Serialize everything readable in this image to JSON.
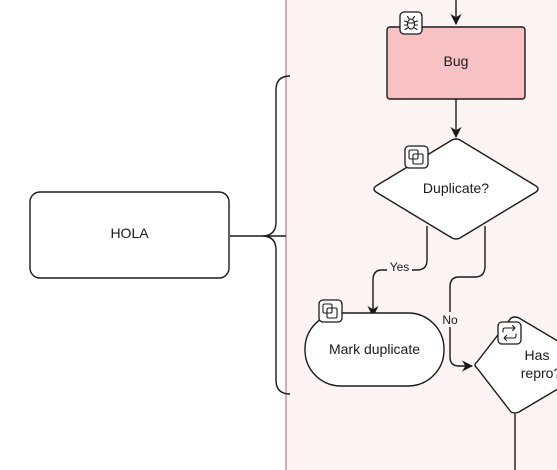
{
  "colors": {
    "background": "#ffffff",
    "swimlane_fill": "#fcf3f3",
    "swimlane_border": "#d9878b",
    "bug_fill": "#f8c1c3",
    "node_fill": "#ffffff",
    "stroke": "#1a1a1a"
  },
  "nodes": {
    "hola": {
      "label": "HOLA"
    },
    "bug": {
      "label": "Bug",
      "icon": "bug-icon"
    },
    "duplicate": {
      "label": "Duplicate?",
      "icon": "copy-icon"
    },
    "mark_duplicate": {
      "label": "Mark duplicate",
      "icon": "copy-icon"
    },
    "has_repro": {
      "label_line1": "Has",
      "label_line2": "repro?",
      "icon": "repeat-icon"
    }
  },
  "edges": {
    "yes": {
      "label": "Yes"
    },
    "no": {
      "label": "No"
    }
  }
}
